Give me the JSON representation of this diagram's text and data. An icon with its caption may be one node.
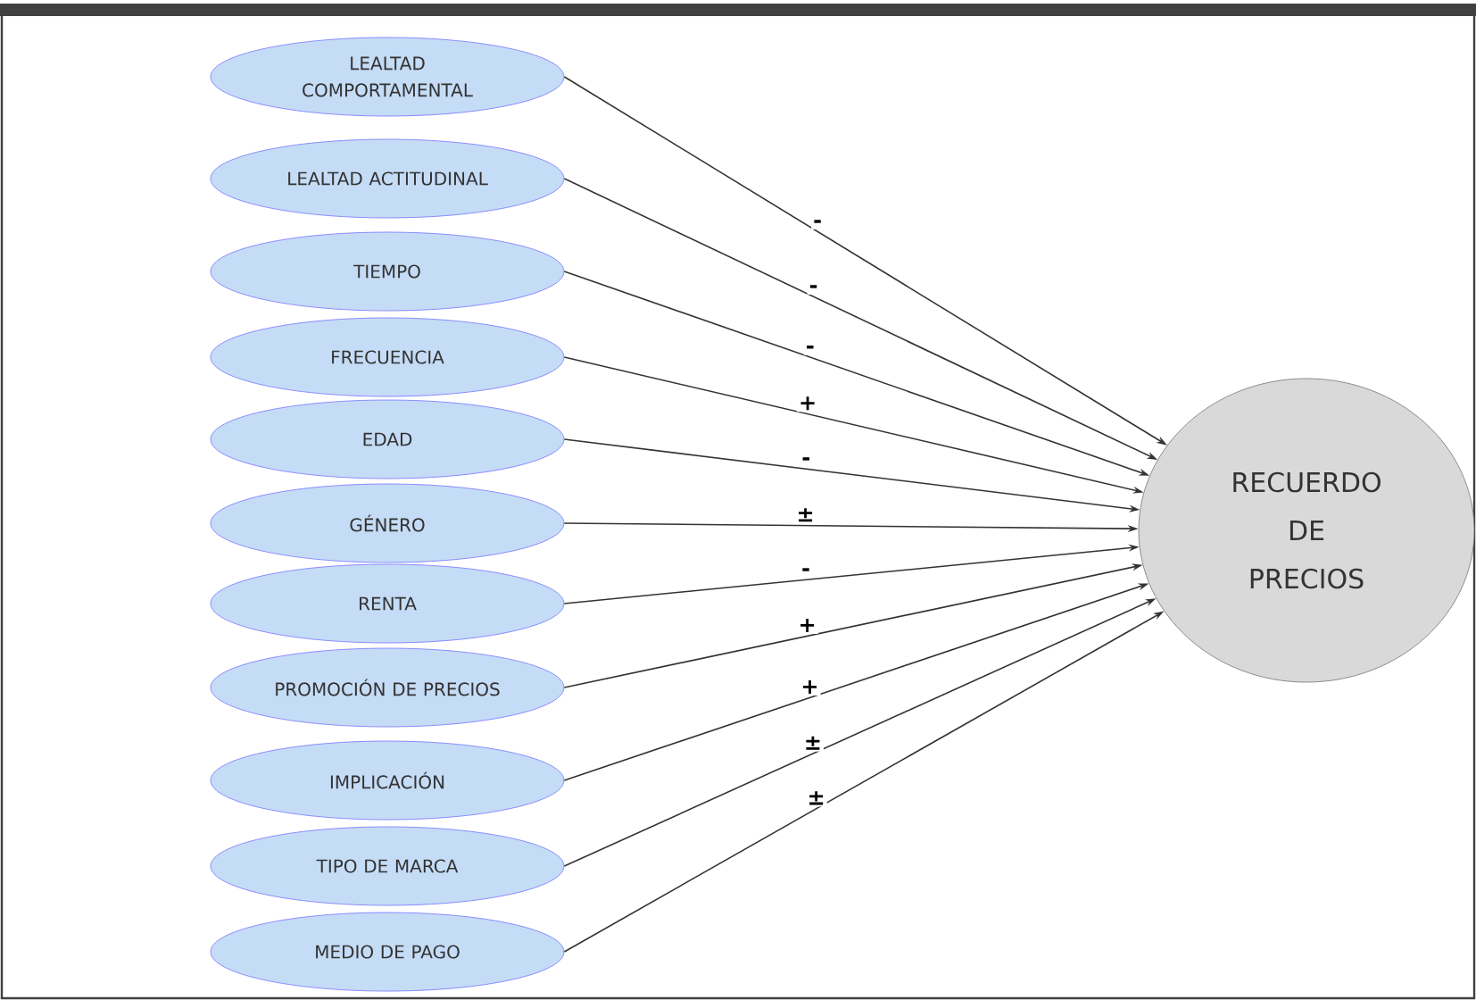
{
  "diagram": {
    "nodes": [
      {
        "text": [
          "LEALTAD COMPORTAMENTAL"
        ]
      },
      {
        "text": [
          "LEALTAD ACTITUDINAL"
        ]
      },
      {
        "text": [
          "TIEMPO"
        ]
      },
      {
        "text": [
          "FRECUENCIA"
        ]
      },
      {
        "text": [
          "EDAD"
        ]
      },
      {
        "text": [
          "GÉNERO"
        ]
      },
      {
        "text": [
          "RENTA"
        ]
      },
      {
        "text": [
          "PROMOCIÓN DE PRECIOS"
        ]
      },
      {
        "text": [
          "IMPLICACIÓN"
        ]
      },
      {
        "text": [
          "TIPO DE MARCA"
        ]
      },
      {
        "text": [
          "MEDIO DE PAGO"
        ]
      },
      {
        "text": [
          "RECUERDO DE PRECIOS"
        ]
      }
    ],
    "edges": [
      {
        "from": 0,
        "to": 11,
        "arrow": "to",
        "label": "-"
      },
      {
        "from": 1,
        "to": 11,
        "arrow": "to",
        "label": "-"
      },
      {
        "from": 2,
        "to": 11,
        "arrow": "to",
        "label": "-"
      },
      {
        "from": 3,
        "to": 11,
        "arrow": "to",
        "label": "+"
      },
      {
        "from": 4,
        "to": 11,
        "arrow": "to",
        "label": "-"
      },
      {
        "from": 5,
        "to": 11,
        "arrow": "to",
        "label": "±"
      },
      {
        "from": 6,
        "to": 11,
        "arrow": "to",
        "label": "-"
      },
      {
        "from": 7,
        "to": 11,
        "arrow": "to",
        "label": "+"
      },
      {
        "from": 8,
        "to": 11,
        "arrow": "to",
        "label": "+"
      },
      {
        "from": 9,
        "to": 11,
        "arrow": "to",
        "label": "±"
      },
      {
        "from": 10,
        "to": 11,
        "arrow": "to",
        "label": "±"
      }
    ]
  }
}
